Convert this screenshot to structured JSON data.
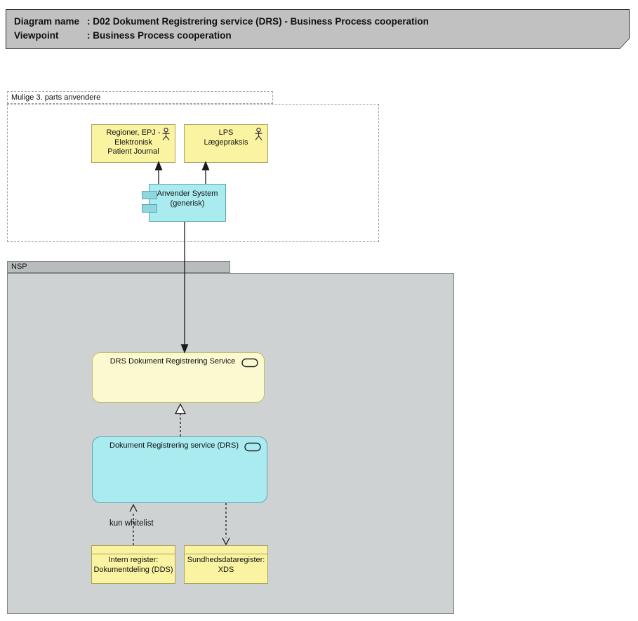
{
  "title_block": {
    "rows": [
      {
        "label": "Diagram name",
        "value": ": D02 Dokument Registrering service (DRS) - Business Process cooperation"
      },
      {
        "label": "Viewpoint",
        "value": ": Business Process cooperation"
      }
    ]
  },
  "groups": {
    "third_party": {
      "label": "Mulige 3. parts anvendere"
    },
    "nsp": {
      "label": "NSP"
    }
  },
  "nodes": {
    "regioner_epj": {
      "label": "Regioner, EPJ - Elektronisk Patient Journal",
      "type": "business-actor"
    },
    "lps": {
      "label": "LPS Lægepraksis",
      "type": "business-actor"
    },
    "anvender_system": {
      "label": "Anvender System (generisk)",
      "type": "application-component"
    },
    "drs_service": {
      "label": "DRS Dokument Registrering Service",
      "type": "business-service"
    },
    "dokument_registrering_service": {
      "label": "Dokument Registrering service (DRS)",
      "type": "application-service"
    },
    "intern_register": {
      "label": "Intern register: Dokumentdeling (DDS)",
      "type": "register"
    },
    "sundhedsdataregister": {
      "label": "Sundhedsdataregister: XDS",
      "type": "register"
    }
  },
  "edges": {
    "whitelist_label": "kun whitelist"
  },
  "icons": {
    "actor": "stick-figure",
    "service": "oval",
    "component": "module-tabs"
  },
  "colors": {
    "title_fill": "#c1c1c1",
    "title_border": "#2f2f2f",
    "yellow_fill": "#f9f3a2",
    "yellow_border": "#a9a45c",
    "service_fill": "#fbf9cf",
    "service_border": "#c2bd6e",
    "cyan_fill": "#aaebf0",
    "cyan_tab_fill": "#8fd7dd",
    "cyan_border": "#5fa4b4",
    "nsp_fill": "#ced2d2",
    "nsp_tab_fill": "#b8bcbc",
    "nsp_border": "#7b8282",
    "group_border": "#9aa0a0",
    "line": "#1a1a1a"
  }
}
